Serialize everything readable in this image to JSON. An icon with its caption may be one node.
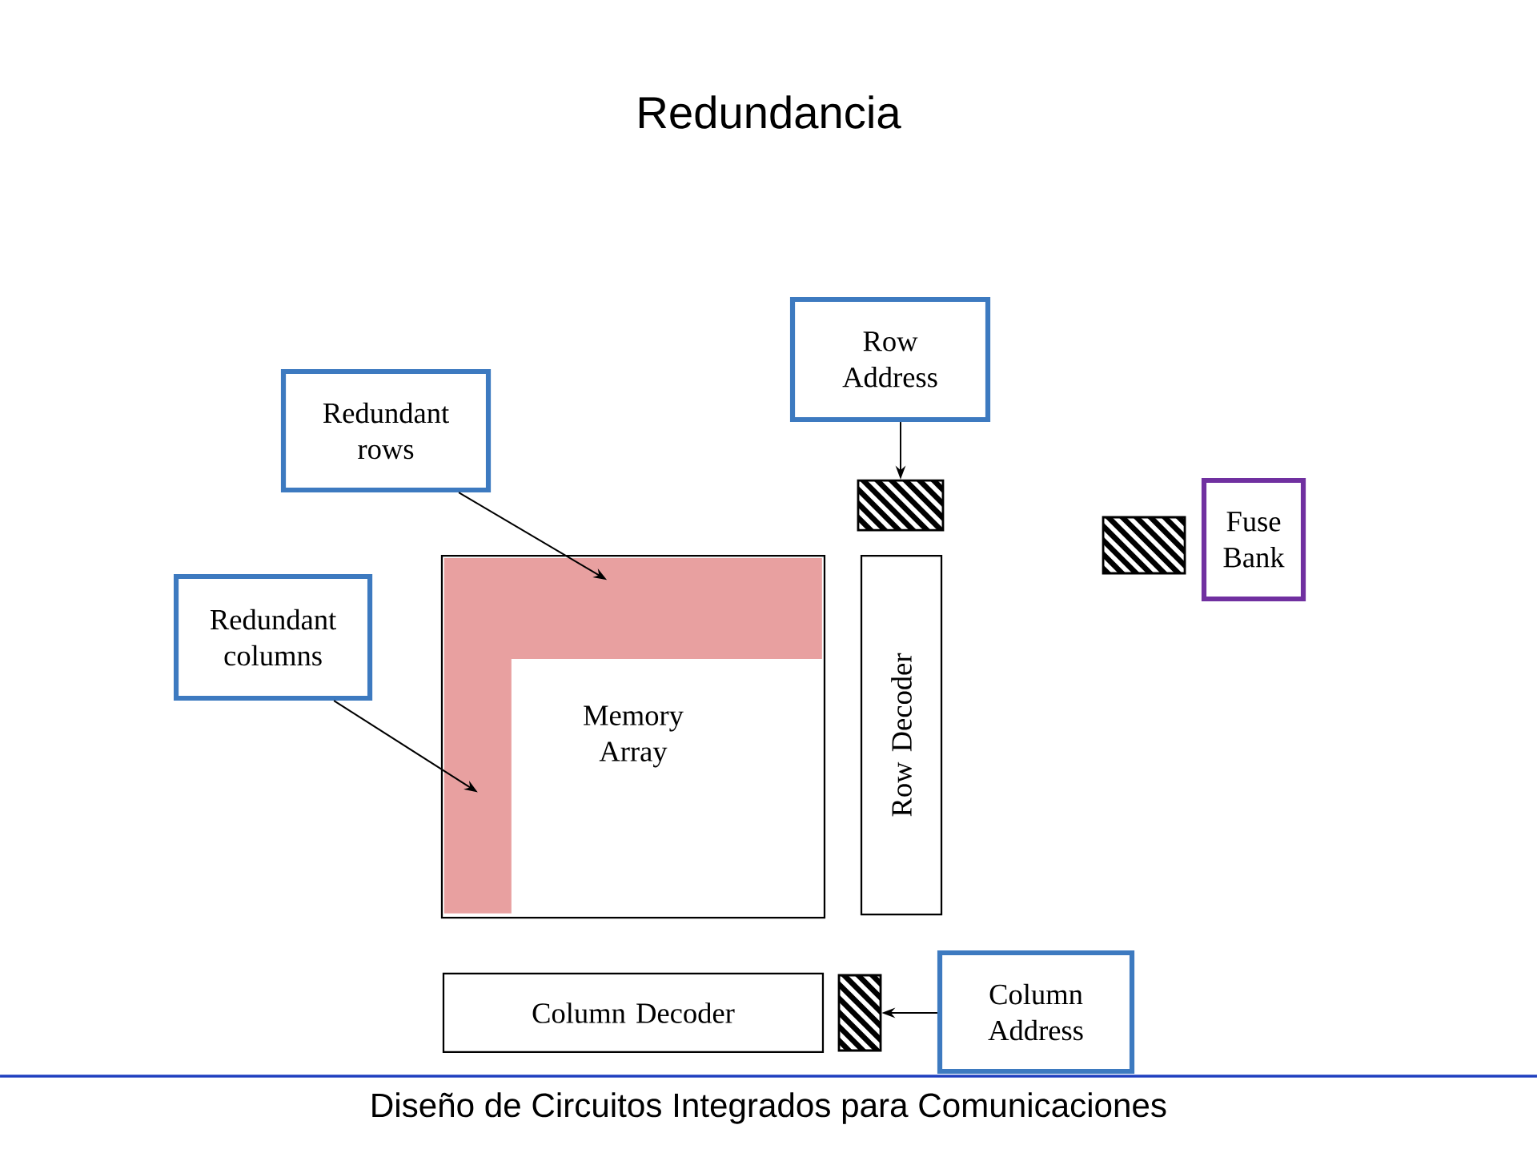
{
  "diagram": {
    "title": "Redundancia",
    "caption": "Diseño de Circuitos Integrados  para Comunicaciones",
    "nodes": [
      {
        "text": [
          "Row Address"
        ]
      },
      {
        "text": [],
        "shape": "box"
      },
      {
        "text": [
          "Fuse Bank"
        ]
      },
      {
        "text": [],
        "shape": "box"
      },
      {
        "text": [
          "Redundant rows"
        ]
      },
      {
        "text": [
          "Redundant columns"
        ]
      },
      {
        "text": [
          "Memory Array"
        ]
      },
      {
        "text": [],
        "shape": "bar",
        "in": 6
      },
      {
        "text": [],
        "shape": "bar",
        "in": 6
      },
      {
        "text": [
          "Row Decoder"
        ]
      },
      {
        "text": [
          "Column Decoder"
        ]
      },
      {
        "text": [],
        "shape": "box"
      },
      {
        "text": [
          "Column Address"
        ]
      }
    ],
    "edges": [
      {
        "from": 0,
        "to": 1,
        "arrow": "to"
      },
      {
        "from": 4,
        "to": 7,
        "arrow": "to"
      },
      {
        "from": 5,
        "to": 8,
        "arrow": "to"
      },
      {
        "from": 12,
        "to": 11,
        "arrow": "to"
      }
    ]
  }
}
